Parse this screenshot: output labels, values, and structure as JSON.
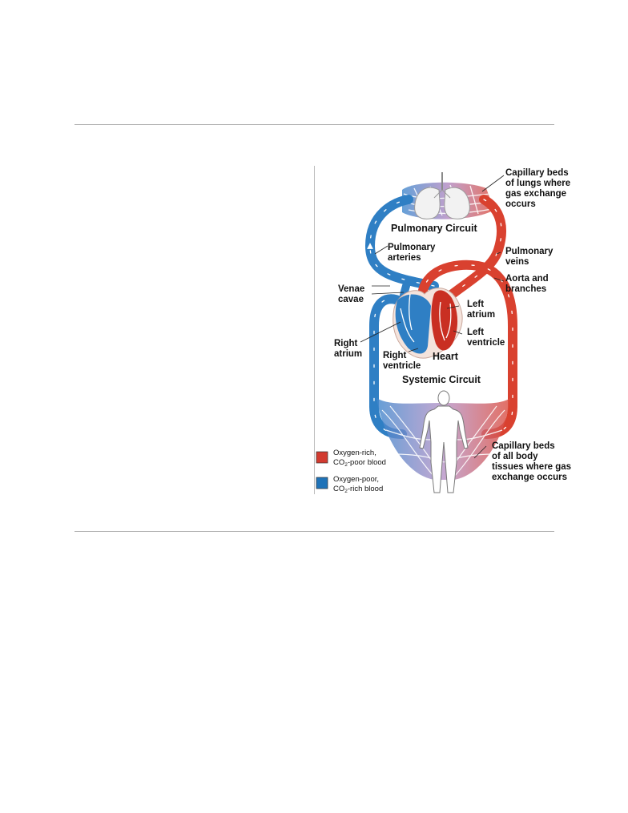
{
  "labels": {
    "capillary_lungs": [
      "Capillary beds",
      "of lungs where",
      "gas exchange",
      "occurs"
    ],
    "pulmonary_circuit": "Pulmonary Circuit",
    "pulmonary_arteries": [
      "Pulmonary",
      "arteries"
    ],
    "pulmonary_veins": [
      "Pulmonary",
      "veins"
    ],
    "aorta": [
      "Aorta and",
      "branches"
    ],
    "venae_cavae": [
      "Venae",
      "cavae"
    ],
    "left_atrium": [
      "Left",
      "atrium"
    ],
    "left_ventricle": [
      "Left",
      "ventricle"
    ],
    "right_atrium": [
      "Right",
      "atrium"
    ],
    "right_ventricle": [
      "Right",
      "ventricle"
    ],
    "heart": "Heart",
    "systemic_circuit": "Systemic Circuit",
    "capillary_body": [
      "Capillary beds",
      "of all body",
      "tissues where gas",
      "exchange occurs"
    ]
  },
  "legend": {
    "oxygen_rich": {
      "line1": "Oxygen-rich,",
      "line2_pre": "CO",
      "line2_sub": "2",
      "line2_post": "-poor blood",
      "color": "#d23b30"
    },
    "oxygen_poor": {
      "line1": "Oxygen-poor,",
      "line2_pre": "CO",
      "line2_sub": "2",
      "line2_post": "-rich blood",
      "color": "#1f73b8"
    }
  },
  "colors": {
    "red": "#d9412f",
    "blue": "#2f7fc4",
    "capillary": "#b98bc0",
    "rule": "#b3b3b3"
  }
}
